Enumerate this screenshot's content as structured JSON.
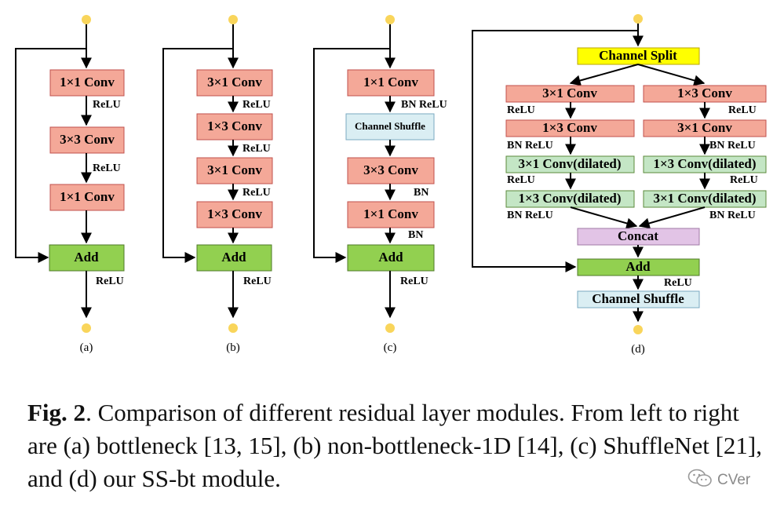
{
  "colors": {
    "conv": "#F4A898",
    "add": "#92D050",
    "shuffle": "#DAEEF3",
    "split": "#FFFF00",
    "dilated": "#C4E6C5",
    "concat": "#E2C4E6",
    "node": "#F9D55B"
  },
  "panels": [
    {
      "sub": "(a)",
      "boxes": [
        "1×1 Conv",
        "3×3 Conv",
        "1×1 Conv",
        "Add"
      ],
      "labels": [
        "ReLU",
        "ReLU",
        "ReLU"
      ]
    },
    {
      "sub": "(b)",
      "boxes": [
        "3×1 Conv",
        "1×3 Conv",
        "3×1 Conv",
        "1×3 Conv",
        "Add"
      ],
      "labels": [
        "ReLU",
        "ReLU",
        "ReLU",
        "ReLU"
      ]
    },
    {
      "sub": "(c)",
      "boxes": [
        "1×1 Conv",
        "Channel Shuffle",
        "3×3 Conv",
        "1×1 Conv",
        "Add"
      ],
      "labels": [
        "BN ReLU",
        "BN",
        "BN",
        "ReLU"
      ]
    },
    {
      "sub": "(d)",
      "split": "Channel Split",
      "left": [
        "3×1 Conv",
        "1×3 Conv",
        "3×1 Conv(dilated)",
        "1×3 Conv(dilated)"
      ],
      "left_labels": [
        "ReLU",
        "BN ReLU",
        "ReLU",
        "BN ReLU"
      ],
      "right": [
        "1×3 Conv",
        "3×1 Conv",
        "1×3 Conv(dilated)",
        "3×1 Conv(dilated)"
      ],
      "right_labels": [
        "ReLU",
        "BN ReLU",
        "ReLU",
        "BN ReLU"
      ],
      "concat": "Concat",
      "add": "Add",
      "add_label": "ReLU",
      "shuffle": "Channel Shuffle"
    }
  ],
  "caption": {
    "label": "Fig. 2",
    "text": ". Comparison of different residual layer modules. From left to right are (a) bottleneck [13, 15], (b) non-bottleneck-1D [14], (c) ShuffleNet [21], and (d) our SS-bt module."
  },
  "watermark": "CVer",
  "icons": [
    "wechat-icon"
  ]
}
